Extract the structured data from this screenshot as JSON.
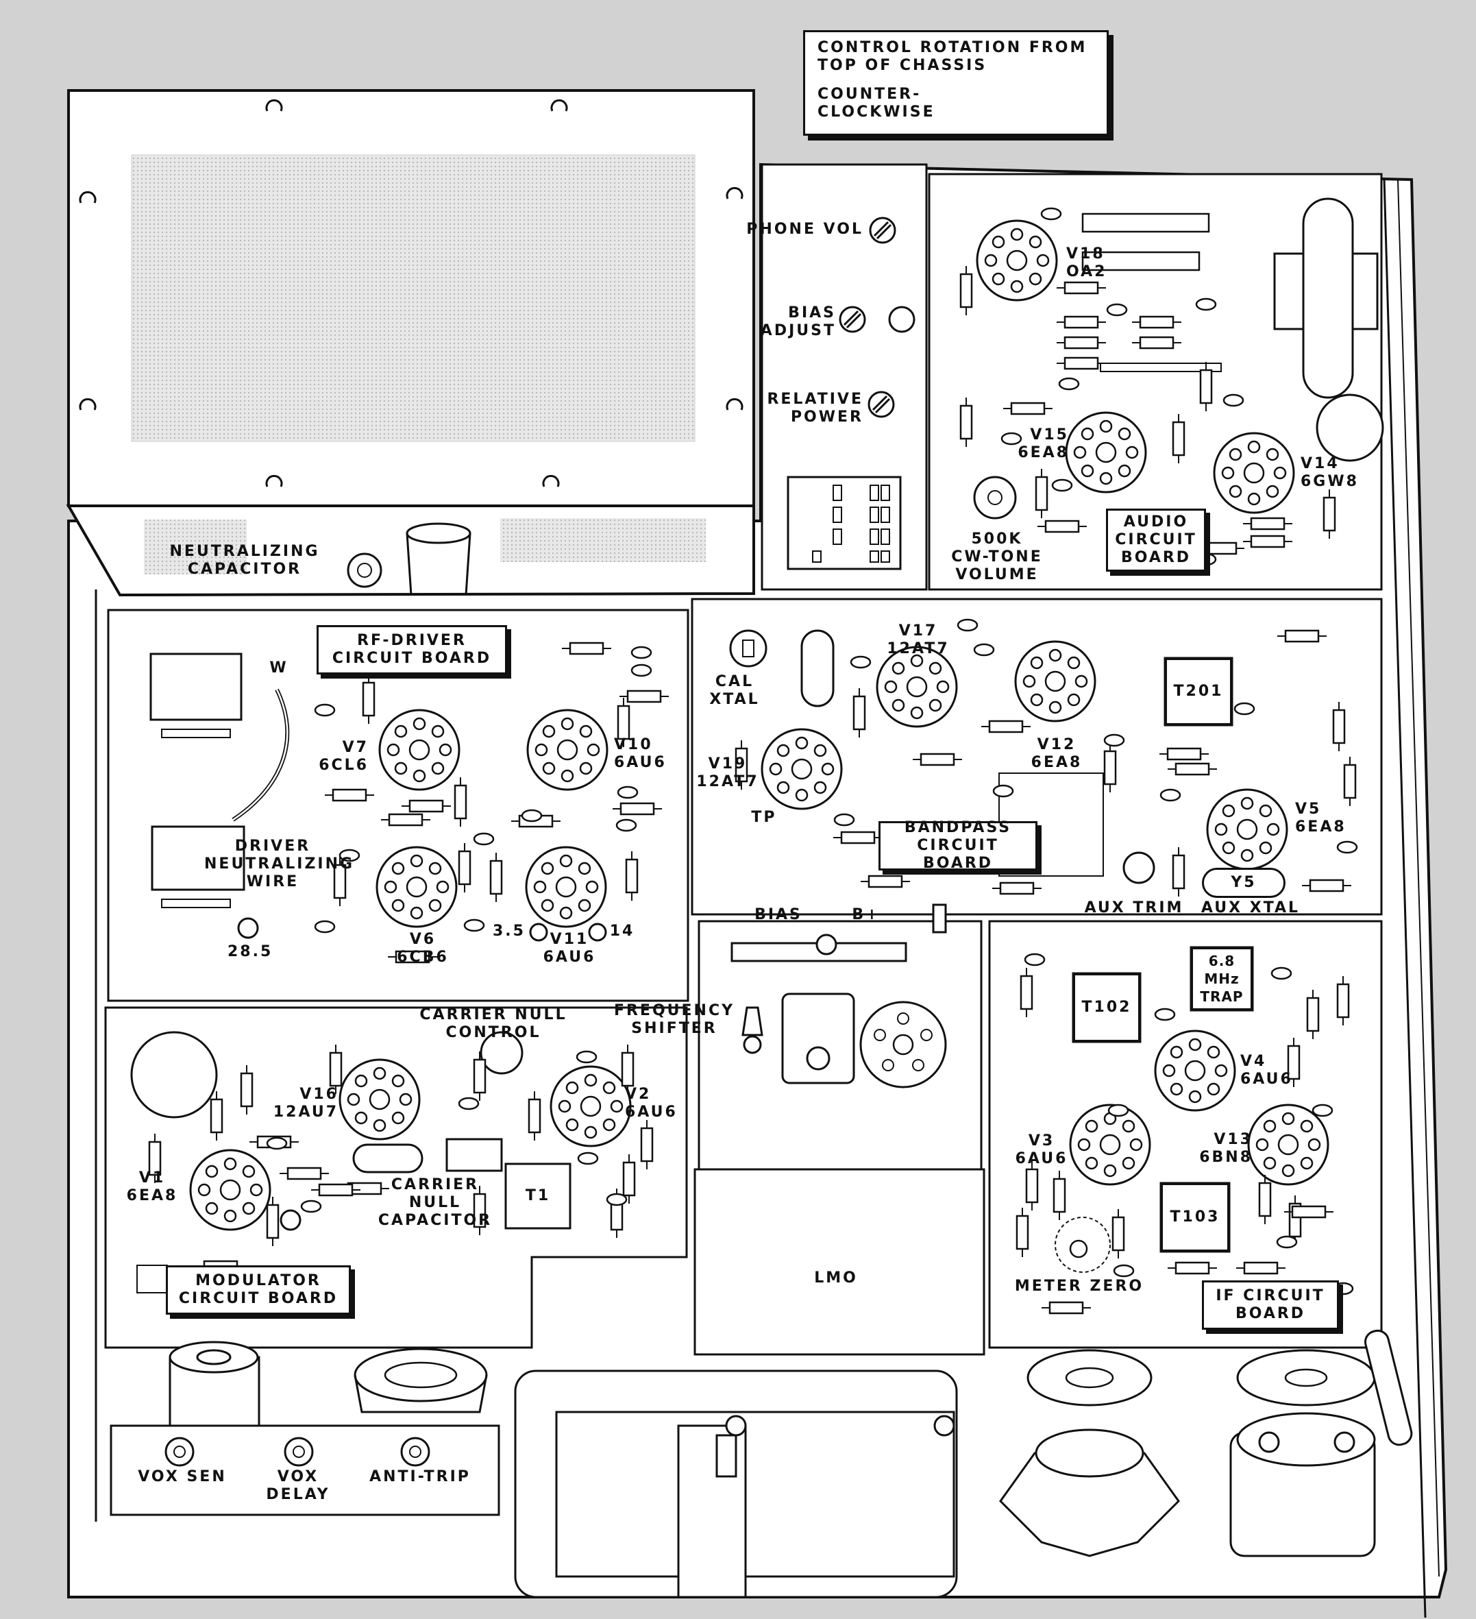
{
  "legend": {
    "title": "CONTROL ROTATION FROM\nTOP OF CHASSIS",
    "direction": "COUNTER-\nCLOCKWISE"
  },
  "front_controls": {
    "phone_vol": "PHONE VOL",
    "bias_adjust": "BIAS\nADJUST",
    "relative_power": "RELATIVE\nPOWER"
  },
  "neutralizing_capacitor": "NEUTRALIZING\nCAPACITOR",
  "audio_board": {
    "title": "AUDIO\nCIRCUIT\nBOARD",
    "v18": "V18\nOA2",
    "v15": "V15\n6EA8",
    "v14": "V14\n6GW8",
    "cw_tone": "500K\nCW-TONE\nVOLUME"
  },
  "rf_driver_board": {
    "title": "RF-DRIVER\nCIRCUIT BOARD",
    "w": "W",
    "v7": "V7\n6CL6",
    "v10": "V10\n6AU6",
    "driver_wire": "DRIVER\nNEUTRALIZING\nWIRE",
    "v6": "V6\n6CB6",
    "v11": "V11\n6AU6",
    "tp_28_5": "28.5",
    "tp_3_5": "3.5",
    "tp_14": "14"
  },
  "bandpass_board": {
    "title": "BANDPASS\nCIRCUIT BOARD",
    "cal_xtal": "CAL XTAL",
    "v17": "V17\n12AT7",
    "v12": "V12\n6EA8",
    "t201": "T201",
    "v19": "V19\n12AT7",
    "tp": "TP",
    "v5": "V5\n6EA8",
    "y5": "Y5",
    "aux_trim": "AUX TRIM",
    "aux_xtal": "AUX XTAL"
  },
  "lmo_section": {
    "bias": "BIAS",
    "b_plus": "B+",
    "frequency_shifter": "FREQUENCY\nSHIFTER",
    "lmo": "LMO"
  },
  "modulator_board": {
    "title": "MODULATOR\nCIRCUIT BOARD",
    "carrier_null_control": "CARRIER NULL\nCONTROL",
    "v16": "V16\n12AU7",
    "v2": "V2\n6AU6",
    "v1": "V1\n6EA8",
    "carrier_null_capacitor": "CARRIER\nNULL\nCAPACITOR",
    "t1": "T1"
  },
  "if_board": {
    "title": "IF CIRCUIT\nBOARD",
    "t102": "T102",
    "trap": "6.8 MHz\nTRAP",
    "v4": "V4\n6AU6",
    "v3": "V3\n6AU6",
    "v13": "V13\n6BN8",
    "t103": "T103",
    "meter_zero": "METER ZERO"
  },
  "rear_controls": {
    "vox_sen": "VOX SEN",
    "vox_delay": "VOX\nDELAY",
    "anti_trip": "ANTI-TRIP"
  }
}
